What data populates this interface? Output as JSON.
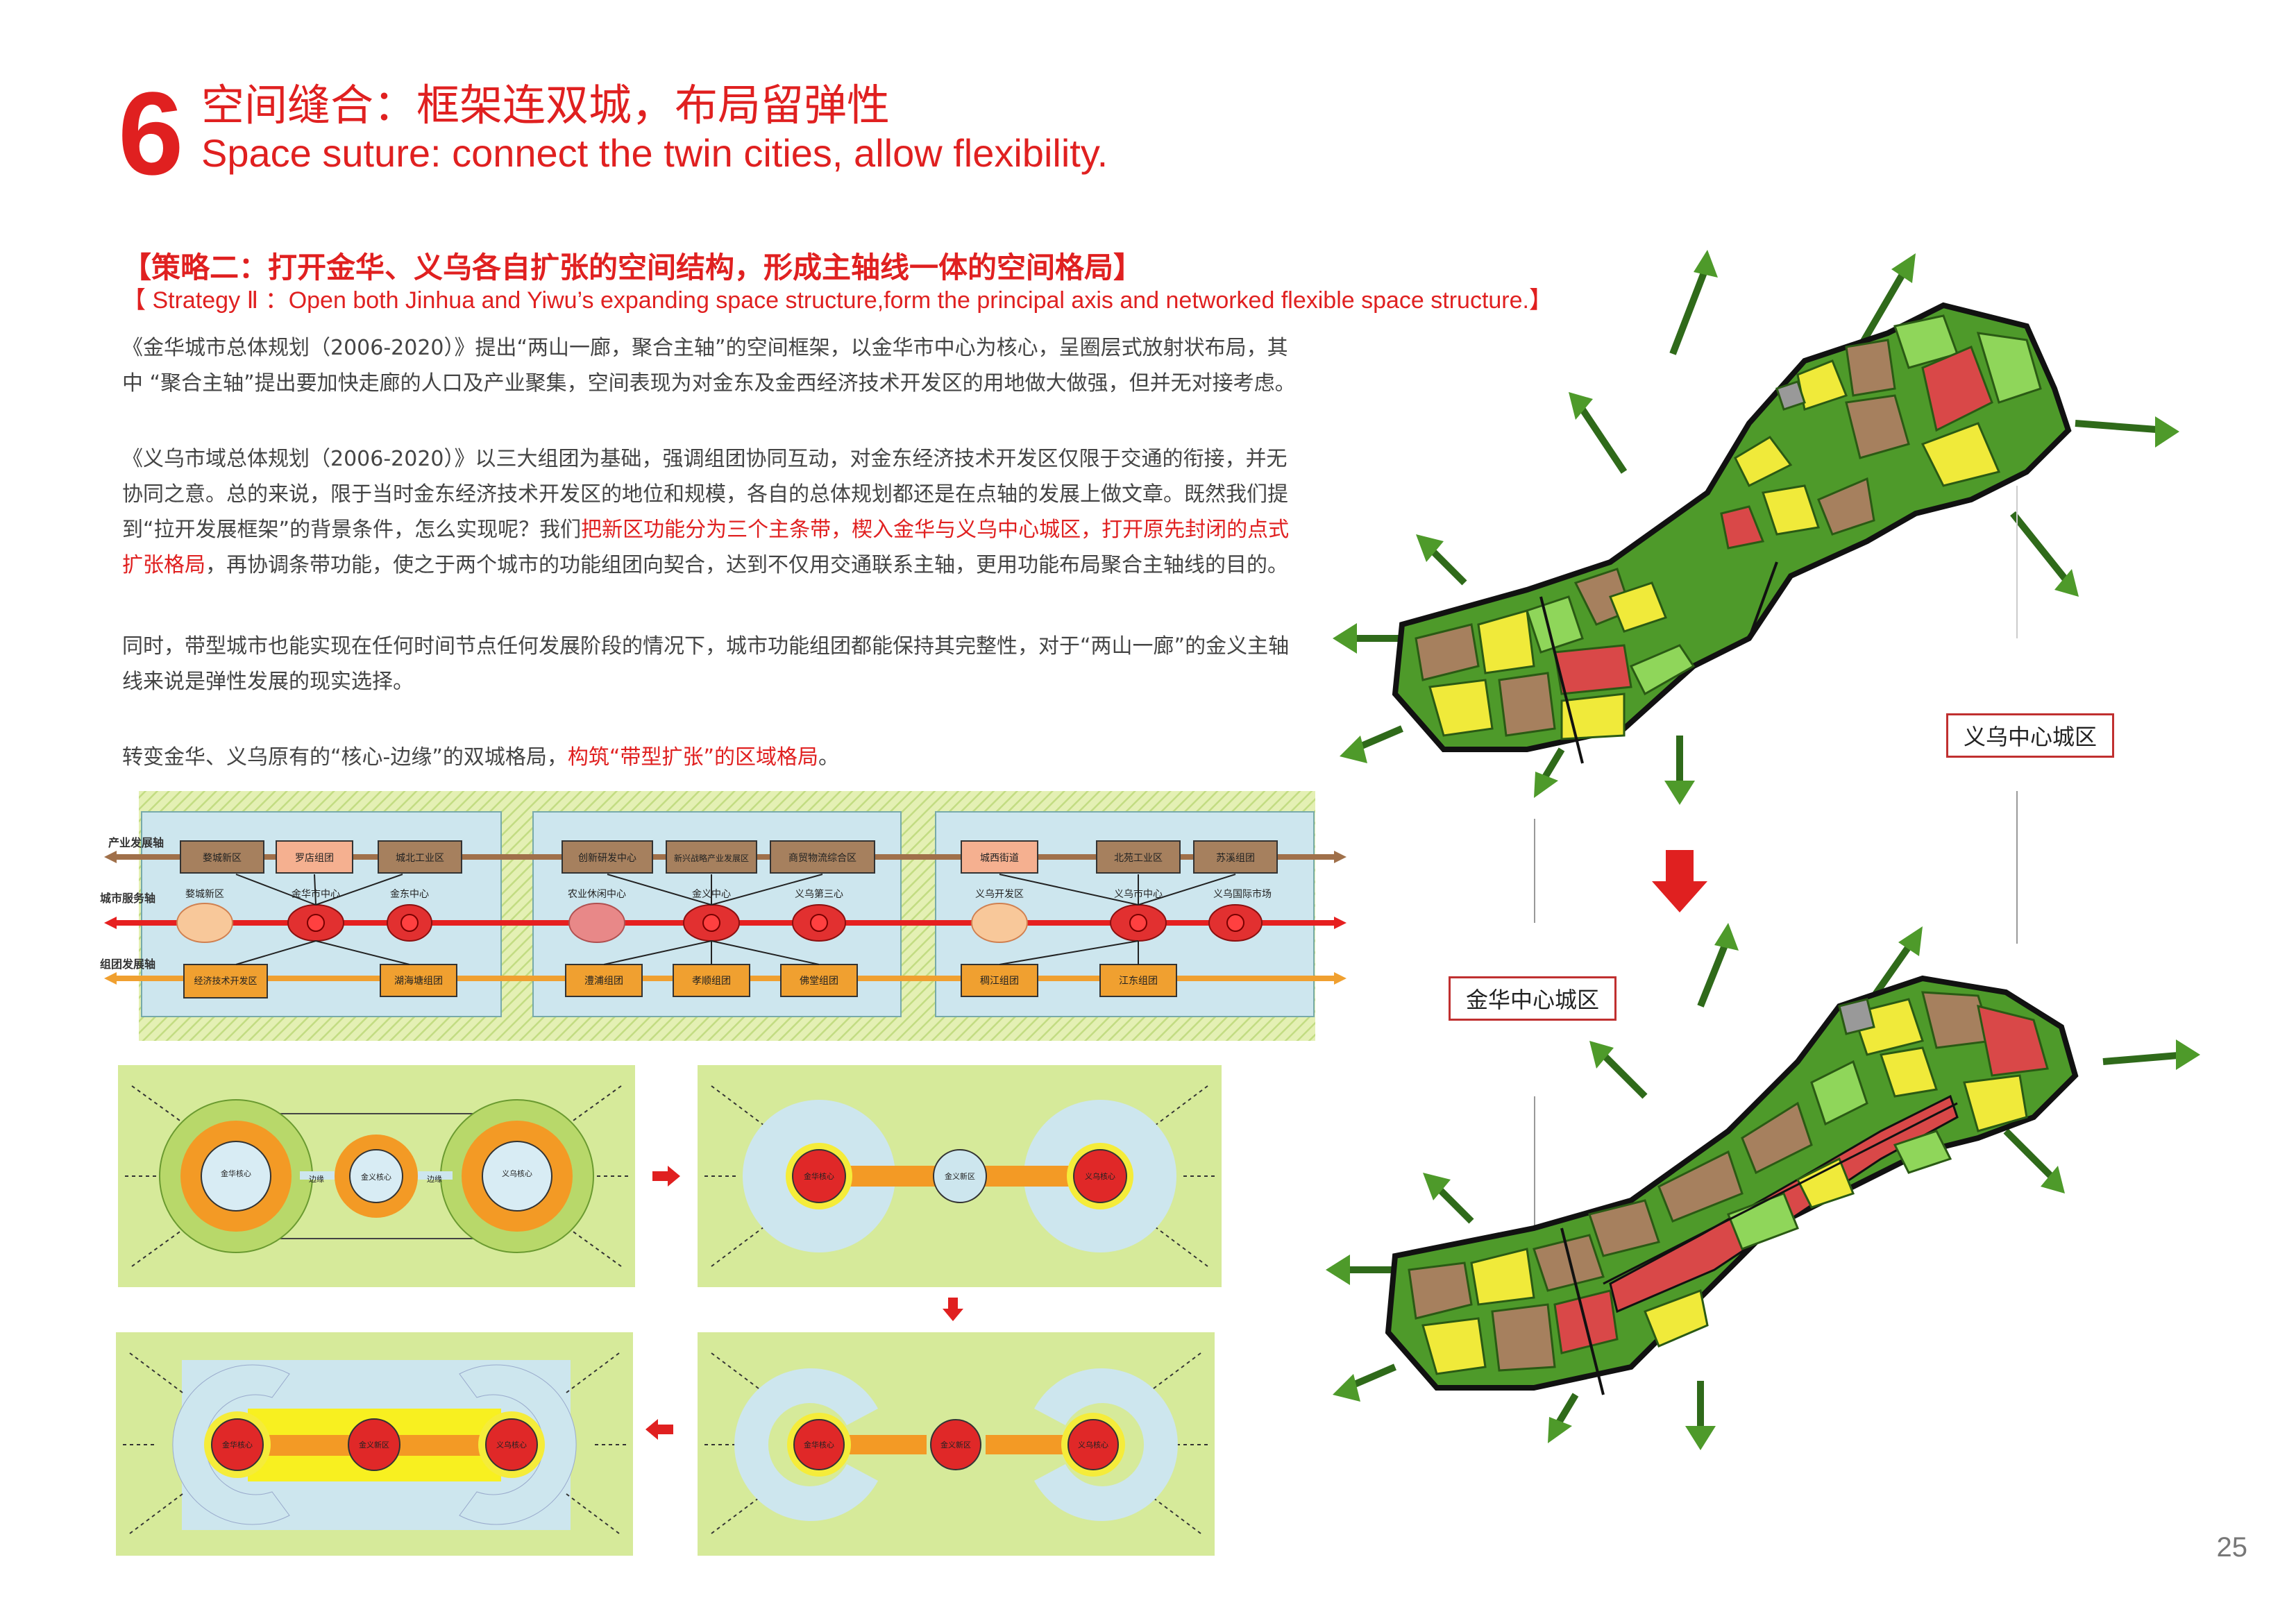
{
  "header": {
    "number": "6",
    "title_cn": "空间缝合：框架连双城，布局留弹性",
    "title_en": "Space suture: connect the twin cities, allow flexibility."
  },
  "strategy": {
    "title_cn": "【策略二：打开金华、义乌各自扩张的空间结构，形成主轴线一体的空间格局】",
    "title_en": "【 Strategy Ⅱ ：Open both Jinhua and Yiwu’s expanding  space structure,form the principal axis and networked flexible space structure.】"
  },
  "paragraphs": {
    "p1": "《金华城市总体规划（2006-2020）》提出“两山一廊，聚合主轴”的空间框架，以金华市中心为核心，呈圈层式放射状布局，其中 “聚合主轴”提出要加快走廊的人口及产业聚集，空间表现为对金东及金西经济技术开发区的用地做大做强，但并无对接考虑。",
    "p2_a": "《义乌市域总体规划（2006-2020）》以三大组团为基础，强调组团协同互动，对金东经济技术开发区仅限于交通的衔接，并无协同之意。总的来说，限于当时金东经济技术开发区的地位和规模，各自的总体规划都还是在点轴的发展上做文章。既然我们提到“拉开发展框架”的背景条件，怎么实现呢？我们",
    "p2_red": "把新区功能分为三个主条带，楔入金华与义乌中心城区，打开原先封闭的点式扩张格局",
    "p2_b": "，再协调条带功能，使之于两个城市的功能组团向契合，达到不仅用交通联系主轴，更用功能布局聚合主轴线的目的。",
    "p3": " 同时，带型城市也能实现在任何时间节点任何发展阶段的情况下，城市功能组团都能保持其完整性，对于“两山一廊”的金义主轴线来说是弹性发展的现实选择。",
    "p4_a": "转变金华、义乌原有的“核心-边缘”的双城格局，",
    "p4_red": "构筑“带型扩张”的区域格局",
    "p4_b": "。"
  },
  "axis_diagram": {
    "row_labels": [
      "产业发展轴",
      "城市服务轴",
      "组团发展轴"
    ],
    "panel1": {
      "top": [
        "婺城新区",
        "罗店组团",
        "城北工业区"
      ],
      "mid": [
        "婺城新区",
        "金华市中心",
        "金东中心"
      ],
      "bottom": [
        "经济技术开发区",
        "湖海塘组团"
      ]
    },
    "panel2": {
      "top": [
        "创新研发中心",
        "新兴战略产业发展区",
        "商贸物流综合区"
      ],
      "mid": [
        "农业休闲中心",
        "金义中心",
        "义乌第三心"
      ],
      "bottom": [
        "澧浦组团",
        "孝顺组团",
        "佛堂组团"
      ]
    },
    "panel3": {
      "top": [
        "城西街道",
        "北苑工业区",
        "苏溪组团"
      ],
      "mid": [
        "义乌开发区",
        "义乌市中心",
        "义乌国际市场"
      ],
      "bottom": [
        "稠江组团",
        "江东组团"
      ]
    }
  },
  "rings": {
    "jinhua_core": "金华核心",
    "jinyi_core": "金义核心",
    "yiwu_core": "义乌核心",
    "edge": "边缘",
    "jinyi_new": "金义新区"
  },
  "map_labels": {
    "yiwu": "义乌中心城区",
    "jinhua": "金华中心城区"
  },
  "page_number": "25",
  "colors": {
    "accent_red": "#e02020",
    "map_green_dark": "#4e8a22",
    "map_green_light": "#8fd65a",
    "map_brown": "#a6805e",
    "map_yellow": "#f0ea3a",
    "map_red": "#d94848",
    "diagram_bg": "#cfe8f0",
    "hatch_green": "#d6ea9a"
  }
}
